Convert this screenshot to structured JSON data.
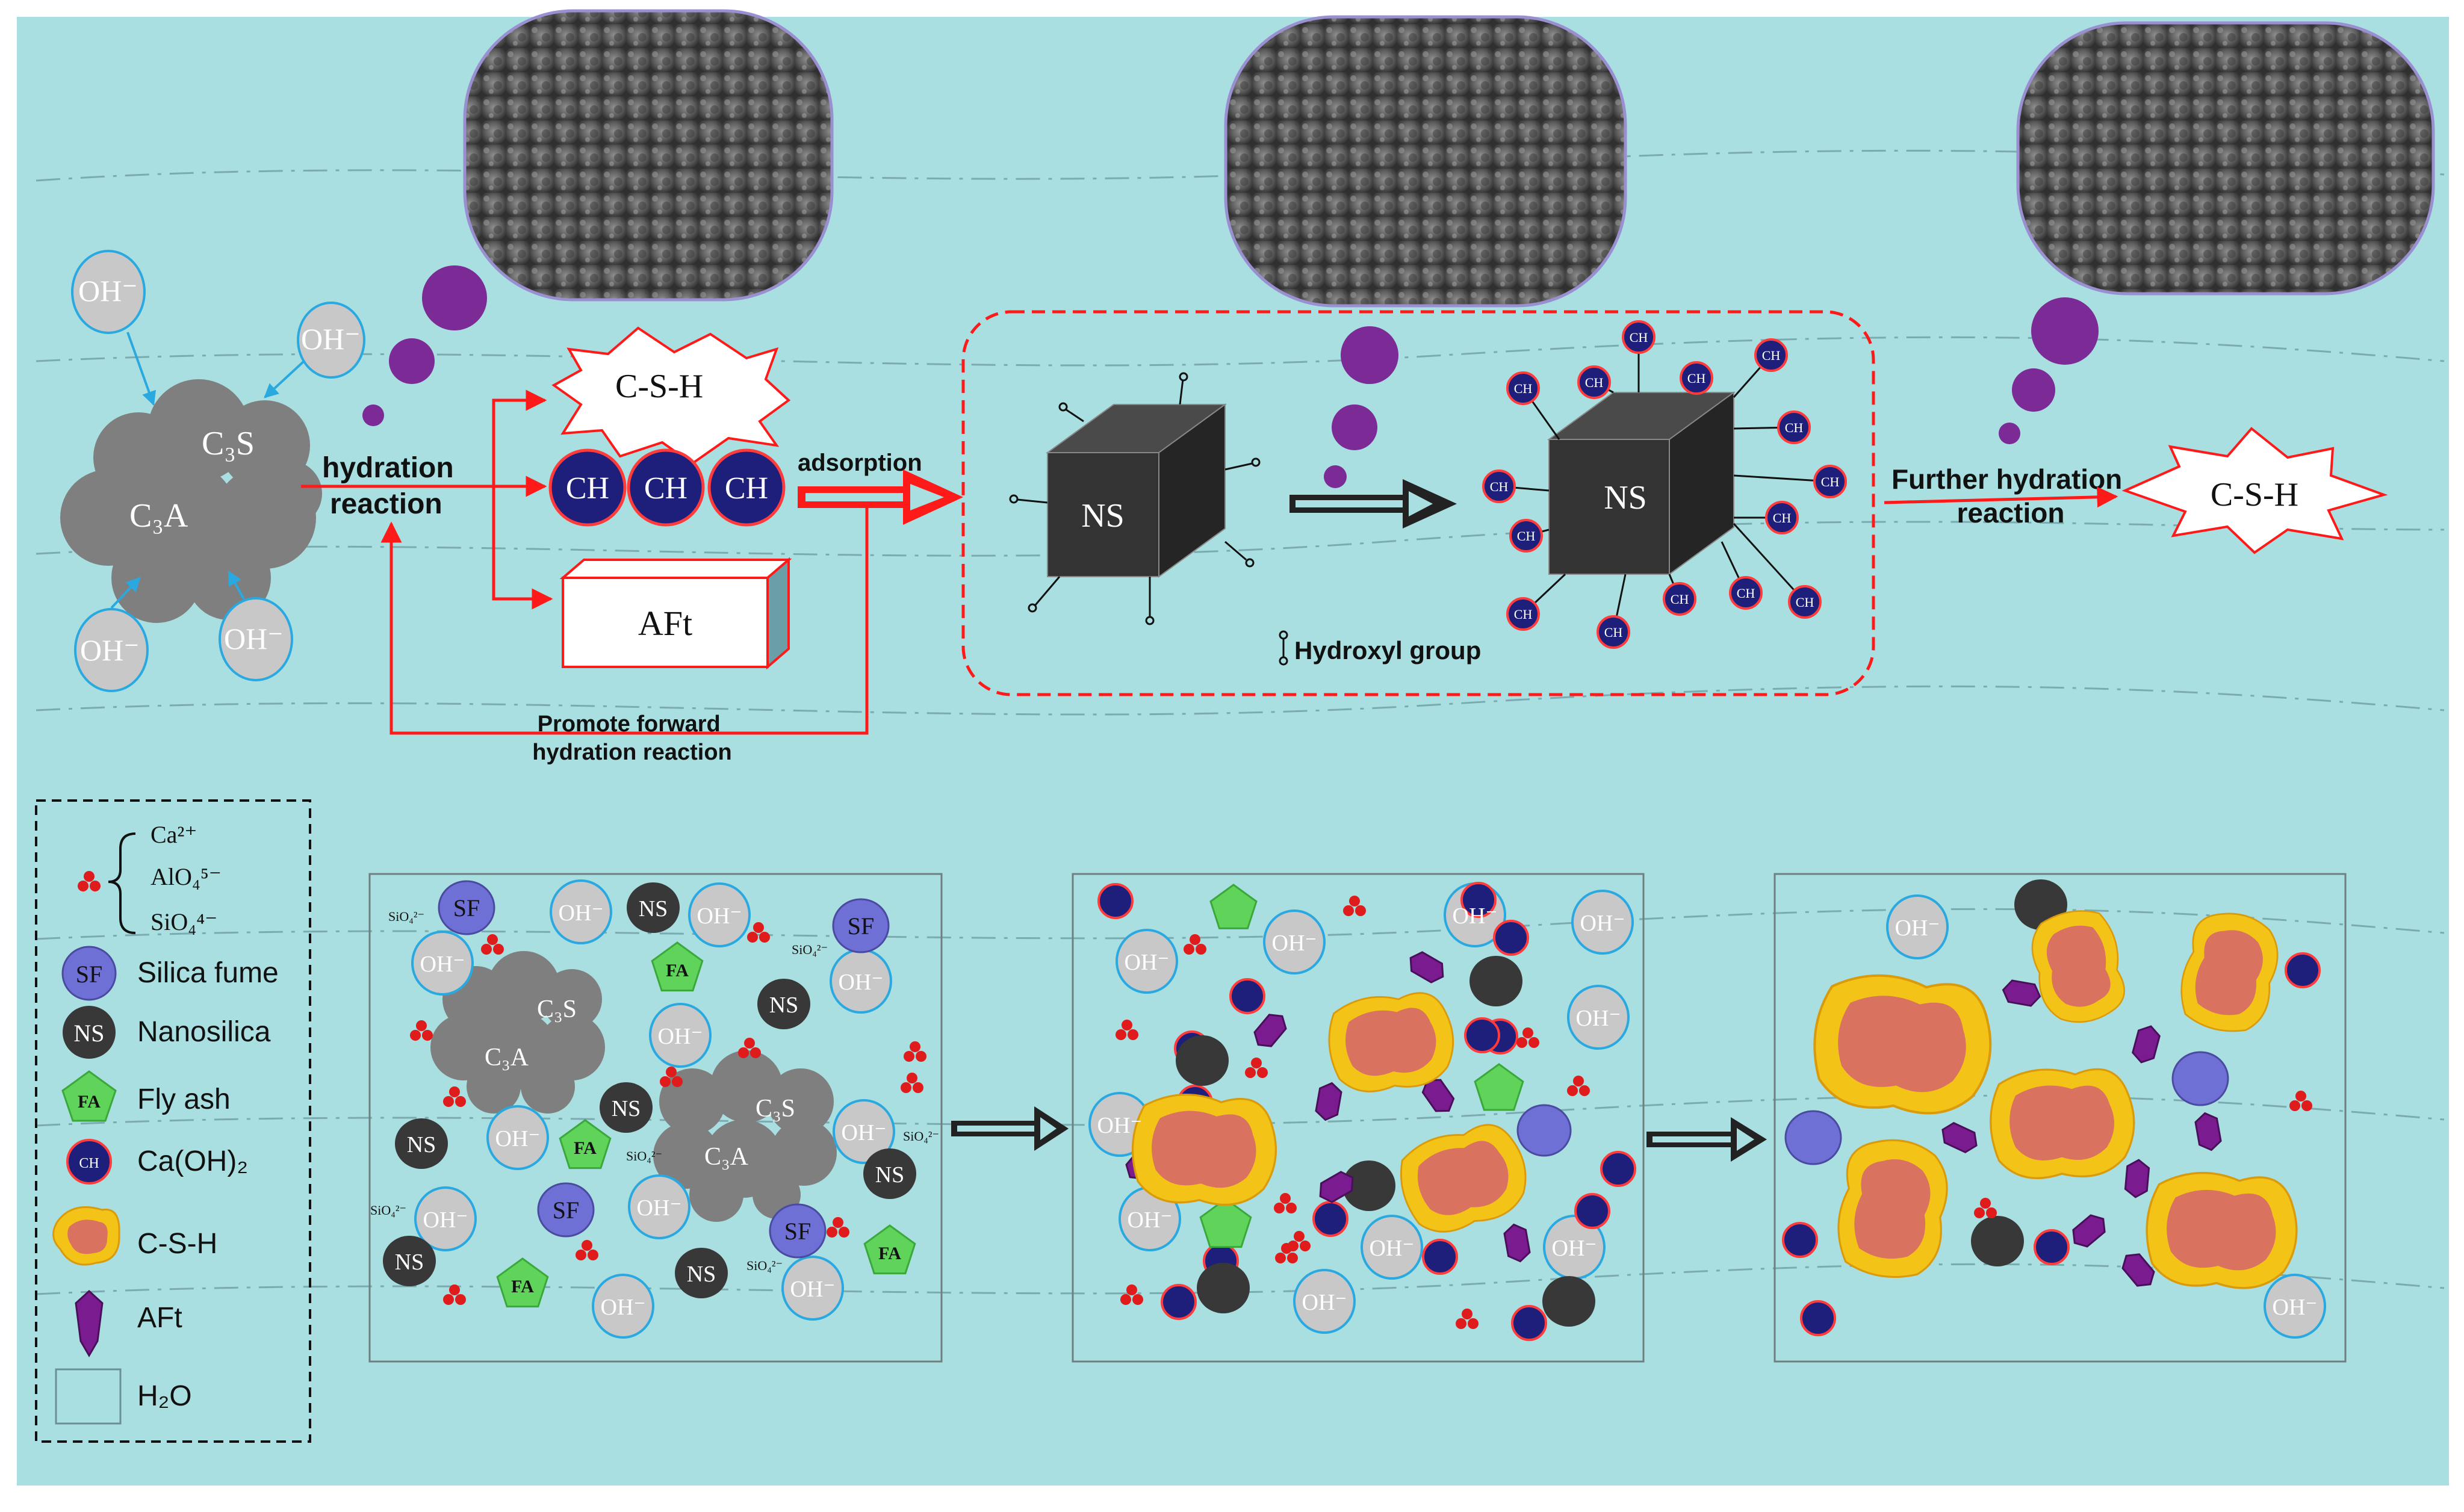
{
  "colors": {
    "background": "#a9dfe0",
    "red": "#ff1a1a",
    "ch_fill": "#1e1f7a",
    "oh_fill": "#c8c8c8",
    "oh_stroke": "#2aa8e0",
    "cloud": "#7f7f7f",
    "ns_fill": "#383838",
    "sf_fill": "#6f70d6",
    "fa_fill": "#5fd35a",
    "csh_outer": "#f4c318",
    "csh_inner": "#d9725f",
    "aft_fill": "#7a1b90",
    "purple_bubble": "#7b2a96"
  },
  "top": {
    "oh_label": "OH⁻",
    "c3s": "C₃S",
    "c3a": "C₃A",
    "hydration_reaction": [
      "hydration",
      "reaction"
    ],
    "csh": "C-S-H",
    "ch": "CH",
    "aft": "AFt",
    "adsorption": "adsorption",
    "promote": [
      "Promote forward",
      "hydration reaction"
    ],
    "ns": "NS",
    "hydroxyl_group": "Hydroxyl group",
    "further_hydration": [
      "Further hydration",
      "reaction"
    ],
    "csh_final": "C-S-H"
  },
  "legend": {
    "ions": [
      "Ca²⁺",
      "AlO₄⁵⁻",
      "SiO₄⁴⁻"
    ],
    "sf_symbol": "SF",
    "sf": "Silica fume",
    "ns_symbol": "NS",
    "ns": "Nanosilica",
    "fa_symbol": "FA",
    "fa": "Fly ash",
    "ch_symbol": "CH",
    "ch": "Ca(OH)₂",
    "csh": "C-S-H",
    "aft": "AFt",
    "h2o": "H₂O"
  },
  "bottom": {
    "sio4": "SiO₄²⁻",
    "oh": "OH⁻",
    "sf": "SF",
    "ns": "NS",
    "fa": "FA",
    "c3s": "C₃S",
    "c3a": "C₃A"
  }
}
